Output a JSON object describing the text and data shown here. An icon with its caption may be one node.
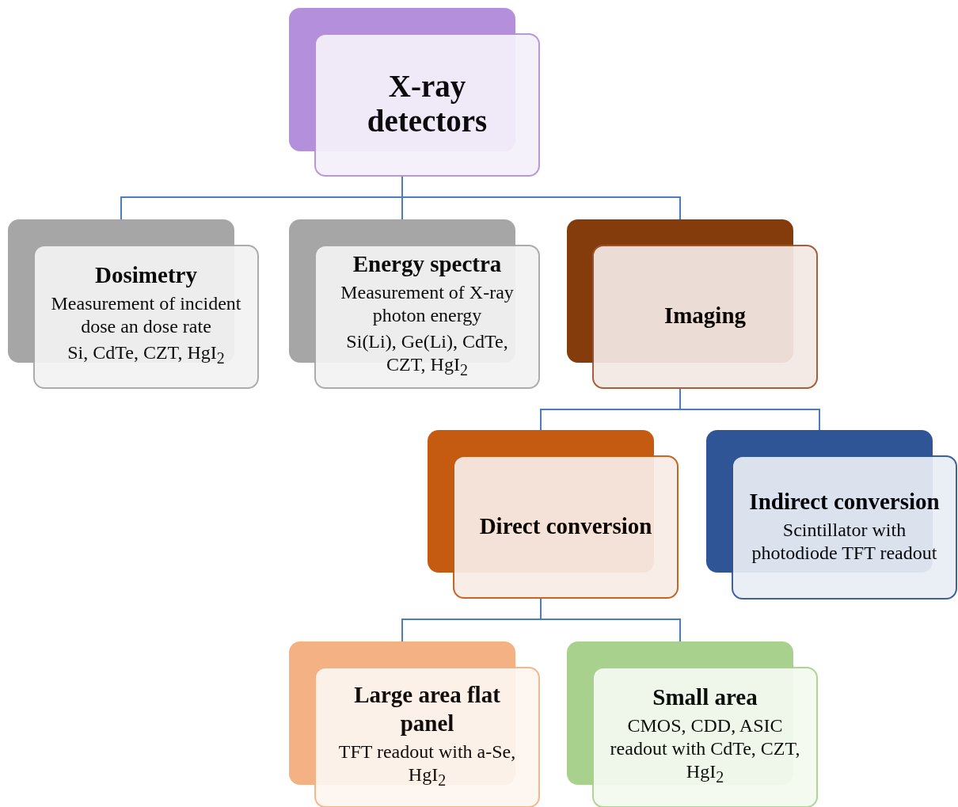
{
  "diagram": {
    "nodes": [
      {
        "text": [
          "X-ray detectors"
        ]
      },
      {
        "text": [
          "Dosimetry",
          "Measurement of incident dose an dose rate",
          "Si, CdTe, CZT, HgI$_{2}$"
        ]
      },
      {
        "text": [
          "Energy spectra",
          "Measurement of X-ray photon energy",
          "Si(Li), Ge(Li), CdTe, CZT, HgI$_{2}$"
        ]
      },
      {
        "text": [
          "Imaging"
        ]
      },
      {
        "text": [
          "Direct conversion"
        ]
      },
      {
        "text": [
          "Indirect conversion",
          "Scintillator with photodiode TFT readout"
        ]
      },
      {
        "text": [
          "Large area flat panel",
          "TFT readout with a-Se, HgI$_{2}$"
        ]
      },
      {
        "text": [
          "Small area",
          "CMOS, CDD, ASIC readout with CdTe, CZT, HgI$_{2}$"
        ]
      }
    ],
    "edges": [
      {
        "from": 0,
        "to": 1,
        "arrow": "none"
      },
      {
        "from": 0,
        "to": 2,
        "arrow": "none"
      },
      {
        "from": 0,
        "to": 3,
        "arrow": "none"
      },
      {
        "from": 3,
        "to": 4,
        "arrow": "none"
      },
      {
        "from": 3,
        "to": 5,
        "arrow": "none"
      },
      {
        "from": 4,
        "to": 6,
        "arrow": "none"
      },
      {
        "from": 4,
        "to": 7,
        "arrow": "none"
      }
    ]
  }
}
